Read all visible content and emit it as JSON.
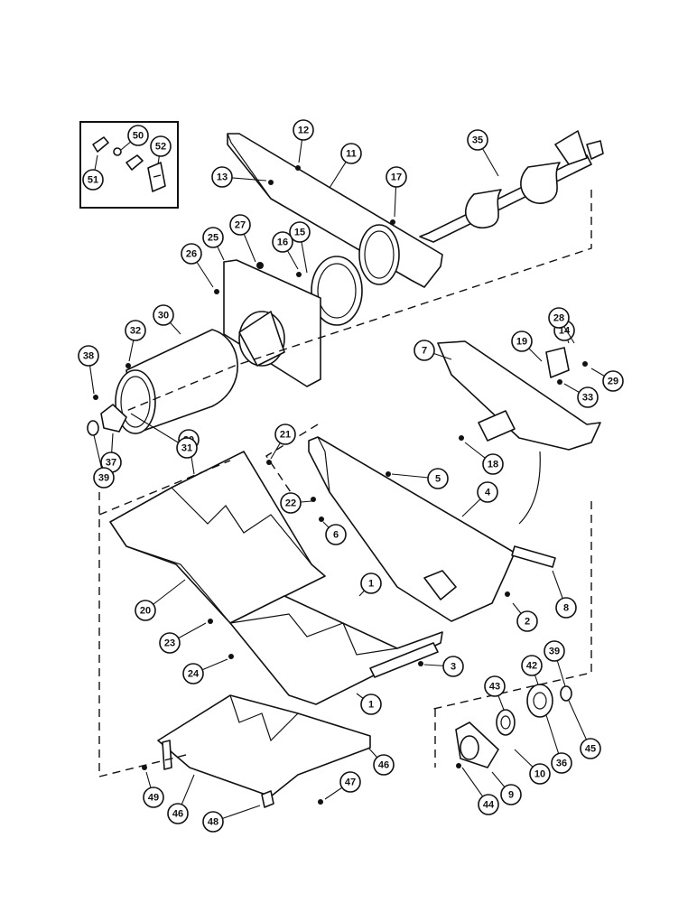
{
  "diagram": {
    "callouts": [
      "1",
      "1",
      "2",
      "3",
      "4",
      "5",
      "6",
      "7",
      "8",
      "9",
      "10",
      "11",
      "12",
      "13",
      "14",
      "15",
      "16",
      "17",
      "18",
      "19",
      "20",
      "20",
      "21",
      "22",
      "23",
      "24",
      "25",
      "26",
      "27",
      "28",
      "29",
      "30",
      "31",
      "32",
      "33",
      "35",
      "36",
      "37",
      "38",
      "39",
      "39",
      "42",
      "43",
      "44",
      "45",
      "46",
      "46",
      "47",
      "48",
      "49",
      "50",
      "51",
      "52"
    ]
  }
}
